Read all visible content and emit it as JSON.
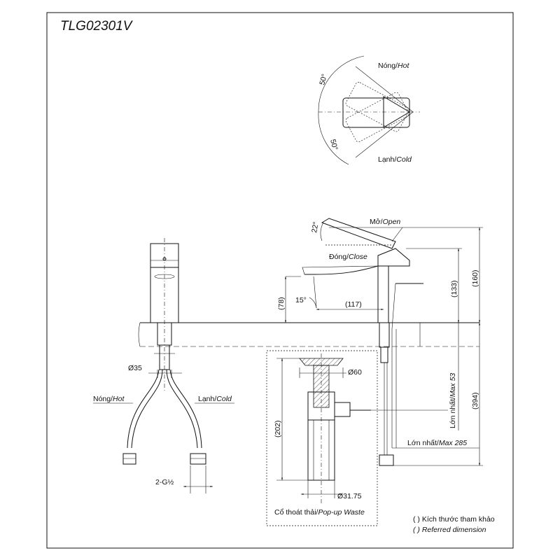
{
  "title": "TLG02301V",
  "top_view": {
    "angle_hot": "50°",
    "angle_cold": "50°",
    "hot_vi": "Nóng/",
    "hot_en": "Hot",
    "cold_vi": "Lạnh/",
    "cold_en": "Cold"
  },
  "side_view": {
    "open_vi": "Mở/",
    "open_en": "Open",
    "close_vi": "Đóng/",
    "close_en": "Close",
    "angle_open": "22°",
    "angle_spout": "15°",
    "dim_78": "(78)",
    "dim_117": "(117)",
    "dim_133": "(133)",
    "dim_160": "(160)",
    "dim_394": "(394)",
    "max53_vi": "Lớn nhất/",
    "max53_en": "Max 53",
    "max285_vi": "Lớn nhất/",
    "max285_en": "Max 285"
  },
  "front_view": {
    "dim_35": "Ø35",
    "hot_vi": "Nóng/",
    "hot_en": "Hot",
    "cold_vi": "Lạnh/",
    "cold_en": "Cold",
    "thread": "2-G½"
  },
  "waste": {
    "dim_60": "Ø60",
    "dim_202": "(202)",
    "dim_3175": "Ø31.75",
    "caption_vi": "Cổ thoát thải/",
    "caption_en": "Pop-up Waste"
  },
  "legend": {
    "line1": "( ) Kích thước tham khảo",
    "line2": "( ) Referred dimension"
  }
}
